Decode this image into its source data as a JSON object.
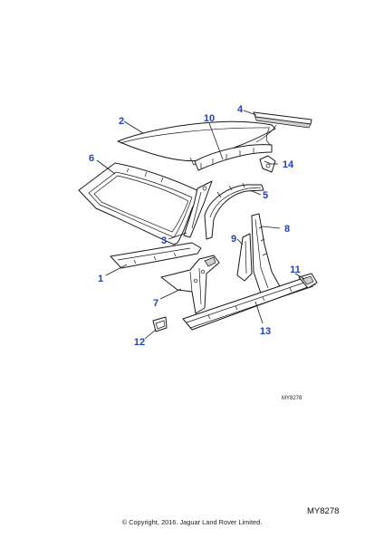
{
  "diagram": {
    "callout_color": "#1f3fcf",
    "line_color": "#1a1a1a",
    "callouts": [
      {
        "id": "1",
        "label": "1",
        "part": "roof-rail-reinforcement"
      },
      {
        "id": "2",
        "label": "2",
        "part": "roof-panel"
      },
      {
        "id": "3",
        "label": "3",
        "part": "a-pillar-trim"
      },
      {
        "id": "4",
        "label": "4",
        "part": "rear-header-panel"
      },
      {
        "id": "5",
        "label": "5",
        "part": "rear-wheel-arch-panel"
      },
      {
        "id": "6",
        "label": "6",
        "part": "windscreen-frame"
      },
      {
        "id": "7",
        "label": "7",
        "part": "b-pillar-bracket"
      },
      {
        "id": "8",
        "label": "8",
        "part": "b-pillar-outer"
      },
      {
        "id": "9",
        "label": "9",
        "part": "b-pillar-inner"
      },
      {
        "id": "10",
        "label": "10",
        "part": "roof-bow"
      },
      {
        "id": "11",
        "label": "11",
        "part": "sill-end-cap"
      },
      {
        "id": "12",
        "label": "12",
        "part": "plug-grommet"
      },
      {
        "id": "13",
        "label": "13",
        "part": "sill-panel"
      },
      {
        "id": "14",
        "label": "14",
        "part": "roof-corner-bracket"
      }
    ],
    "reference_code_small": "MY8278",
    "reference_code_large": "MY8278",
    "copyright": "© Copyright, 2016. Jaguar Land Rover Limited."
  }
}
